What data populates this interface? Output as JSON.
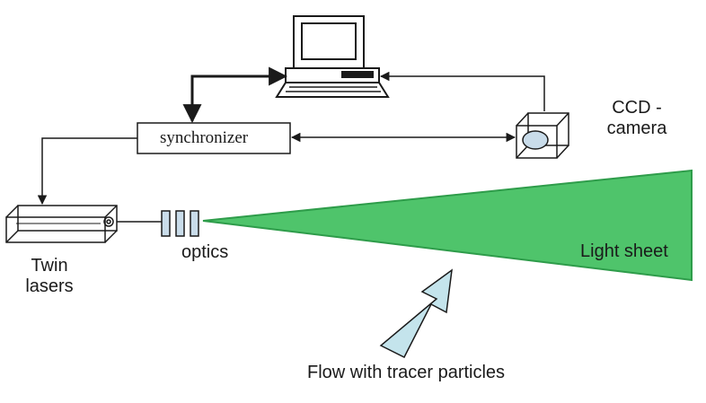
{
  "labels": {
    "synchronizer": "synchronizer",
    "ccd_line1": "CCD -",
    "ccd_line2": "camera",
    "twin_line1": "Twin",
    "twin_line2": "lasers",
    "optics": "optics",
    "light_sheet": "Light sheet",
    "flow": "Flow with tracer particles"
  },
  "colors": {
    "light_sheet_fill": "#4fc46b",
    "light_sheet_edge": "#2e9c4a",
    "flow_arrow_fill": "#c4e4ec",
    "optics_fill": "#c9dcea",
    "line": "#1a1a1a"
  },
  "icons": [
    "computer-icon",
    "ccd-camera-icon",
    "twin-lasers-icon",
    "optics-lens-icon",
    "flow-arrow-icon"
  ]
}
